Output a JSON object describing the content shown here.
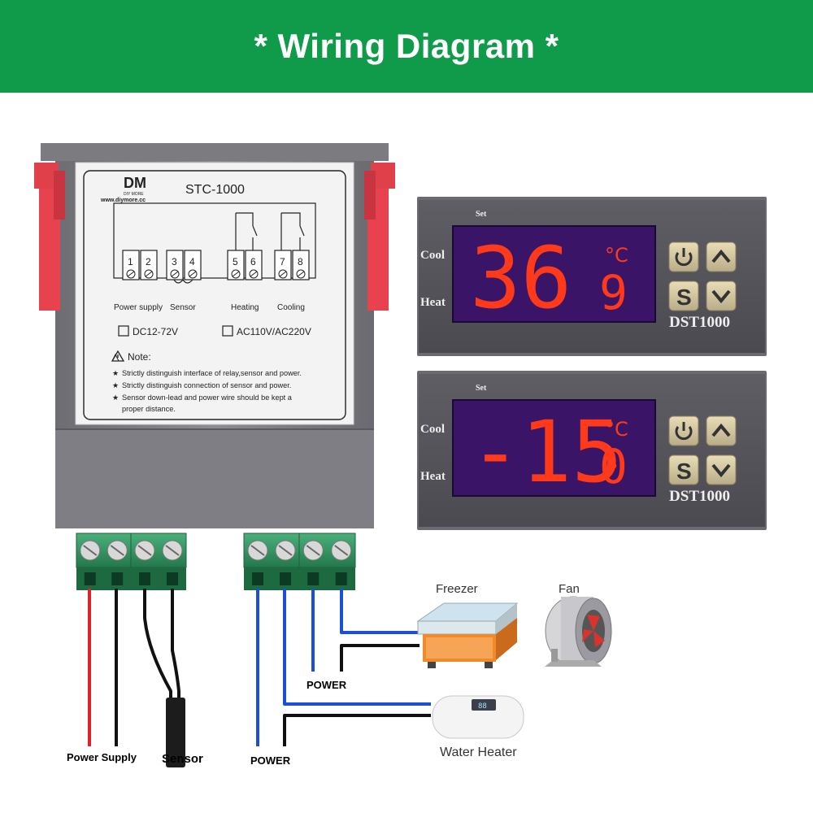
{
  "header": {
    "title": "* Wiring Diagram *"
  },
  "controller": {
    "logo_text": "DM",
    "brand_small": "DIY MORE",
    "website": "www.diymore.cc",
    "model": "STC-1000",
    "terminals": [
      "1",
      "2",
      "3",
      "4",
      "5",
      "6",
      "7",
      "8"
    ],
    "labels": {
      "power": "Power supply",
      "sensor": "Sensor",
      "heating": "Heating",
      "cooling": "Cooling"
    },
    "voltage_options": [
      "DC12-72V",
      "AC110V/AC220V"
    ],
    "note_title": "Note:",
    "notes": [
      "Strictly distinguish interface of relay,sensor and power.",
      "Strictly distinguish connection of sensor and power.",
      "Sensor down-lead and power wire should be kept a",
      "proper distance."
    ]
  },
  "displays": [
    {
      "set_label": "Set",
      "cool_label": "Cool",
      "heat_label": "Heat",
      "reading_main": "36",
      "reading_decimal": "9",
      "unit": "°C",
      "model": "DST1000",
      "buttons": [
        "power",
        "up",
        "S",
        "down"
      ],
      "s_label": "S"
    },
    {
      "set_label": "Set",
      "cool_label": "Cool",
      "heat_label": "Heat",
      "reading_main": "-15",
      "reading_decimal": "0",
      "unit": "°C",
      "model": "DST1000",
      "buttons": [
        "power",
        "up",
        "S",
        "down"
      ],
      "s_label": "S"
    }
  ],
  "wiring": {
    "power_supply_label": "Power Supply",
    "sensor_label": "Sensor",
    "power_label_left": "POWER",
    "power_label_mid": "POWER",
    "freezer_label": "Freezer",
    "fan_label": "Fan",
    "water_heater_label": "Water Heater",
    "heater_screen": "88"
  },
  "colors": {
    "banner": "#0f9b4a",
    "wire_red": "#e0202a",
    "wire_black": "#111111",
    "wire_blue": "#1a4fd6",
    "led": "#ff3a1a",
    "screen": "#3a1466"
  }
}
